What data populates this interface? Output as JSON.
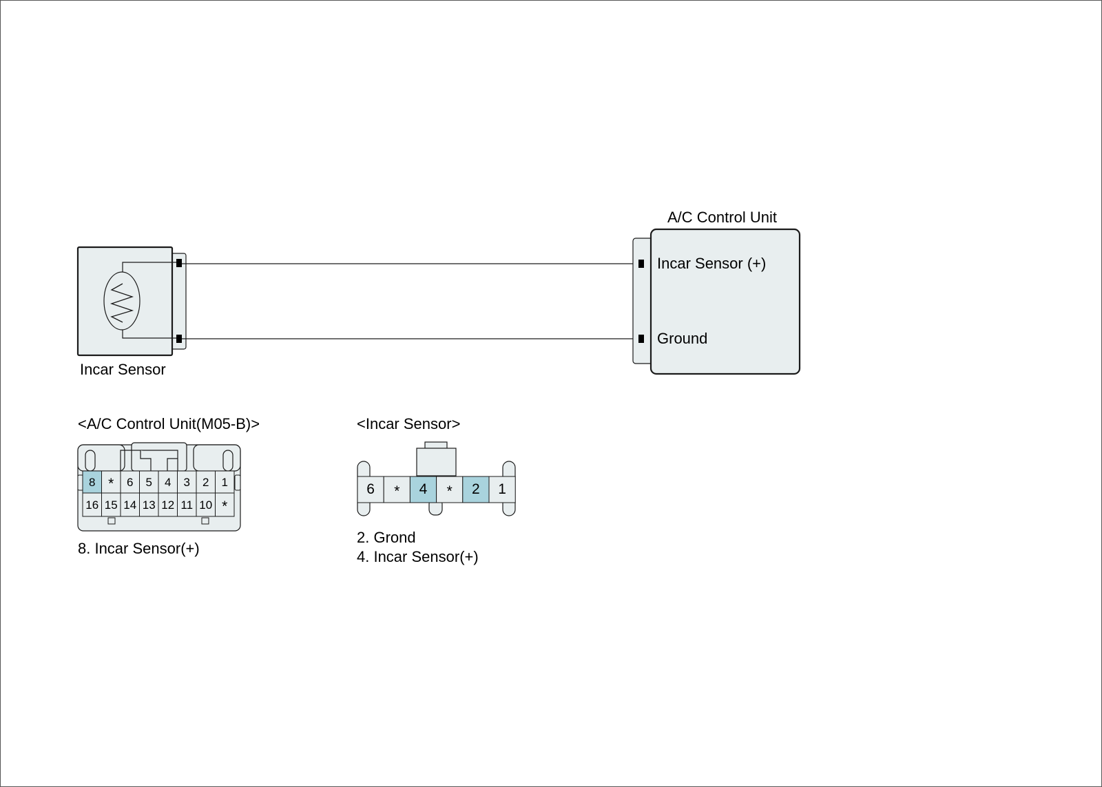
{
  "colors": {
    "fill": "#e8eeef",
    "highlight": "#a9d3dd",
    "stroke": "#1a1a1a",
    "frame": "#555555"
  },
  "sensor": {
    "label": "Incar Sensor"
  },
  "control_unit": {
    "title": "A/C Control Unit",
    "pin_positive": "Incar Sensor (+)",
    "pin_ground": "Ground"
  },
  "connector_m05b": {
    "title": "<A/C Control Unit(M05-B)>",
    "top_row": [
      "8",
      "*",
      "6",
      "5",
      "4",
      "3",
      "2",
      "1"
    ],
    "bottom_row": [
      "16",
      "15",
      "14",
      "13",
      "12",
      "11",
      "10",
      "*"
    ],
    "highlighted": [
      "8"
    ],
    "legend": [
      "8. Incar Sensor(+)"
    ]
  },
  "connector_sensor": {
    "title": "<Incar Sensor>",
    "row": [
      "6",
      "*",
      "4",
      "*",
      "2",
      "1"
    ],
    "highlighted": [
      "4",
      "2"
    ],
    "legend": [
      "2. Grond",
      "4. Incar Sensor(+)"
    ]
  }
}
